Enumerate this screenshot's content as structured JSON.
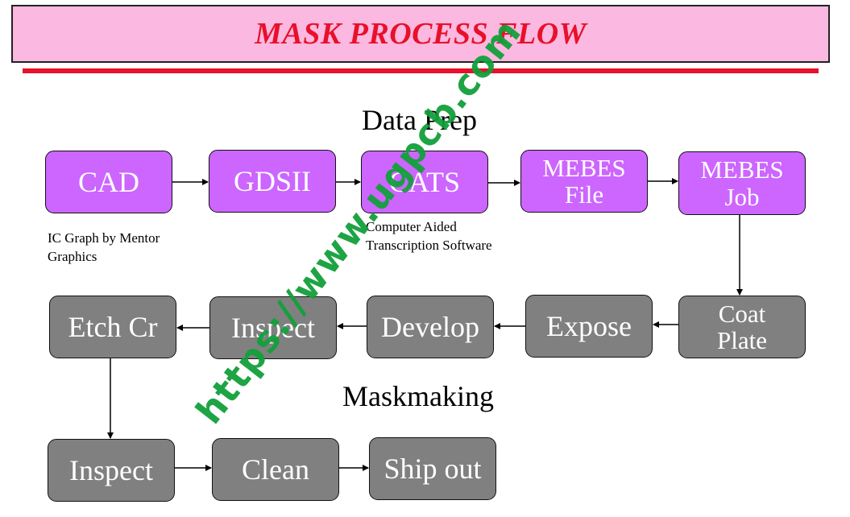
{
  "title": "MASK PROCESS FLOW",
  "sections": {
    "data_prep": "Data Prep",
    "maskmaking": "Maskmaking"
  },
  "boxes": {
    "cad": "CAD",
    "gdsii": "GDSII",
    "cats": "CATS",
    "mebes_file": [
      "MEBES",
      "File"
    ],
    "mebes_job": [
      "MEBES",
      "Job"
    ],
    "coat_plate": [
      "Coat",
      "Plate"
    ],
    "expose": "Expose",
    "develop": "Develop",
    "inspect_1": "Inspect",
    "etch_cr": "Etch Cr",
    "inspect_2": "Inspect",
    "clean": "Clean",
    "ship_out": "Ship out"
  },
  "notes": {
    "cad": [
      "IC Graph by Mentor",
      "Graphics"
    ],
    "cats": [
      "Computer Aided",
      "Transcription Software"
    ]
  },
  "watermark": "https://www.ugpcb.com",
  "colors": {
    "title_bg": "#fbb8e0",
    "title_text": "#e8102a",
    "rule": "#e8102a",
    "purple_box": "#cc66ff",
    "gray_box": "#808080",
    "watermark": "#12a03a"
  }
}
